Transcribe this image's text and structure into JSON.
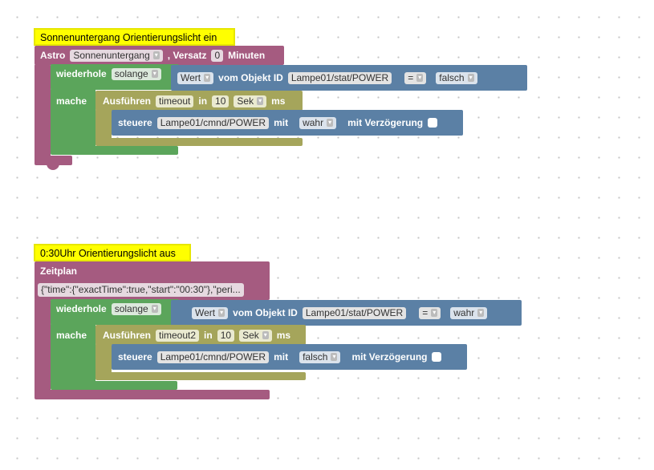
{
  "block1": {
    "comment": "Sonnenuntergang Orientierungslicht ein",
    "astro_label": "Astro",
    "astro_event": "Sonnenuntergang",
    "offset_label": ", Versatz",
    "offset_value": "0",
    "minutes_label": "Minuten",
    "loop_label": "wiederhole",
    "loop_mode": "solange",
    "wert_label": "Wert",
    "object_label": "vom Objekt ID",
    "object_id": "Lampe01/stat/POWER",
    "operator": "=",
    "compare_value": "falsch",
    "do_label": "mache",
    "exec_label": "Ausführen",
    "timeout_name": "timeout",
    "in_label": "in",
    "timeout_value": "10",
    "unit": "Sek",
    "ms_label": "ms",
    "control_label": "steuere",
    "control_object": "Lampe01/cmnd/POWER",
    "with_label": "mit",
    "control_value": "wahr",
    "delay_label": "mit Verzögerung"
  },
  "block2": {
    "comment": "0:30Uhr Orientierungslicht aus",
    "schedule_label": "Zeitplan",
    "schedule_value": "{\"time\":{\"exactTime\":true,\"start\":\"00:30\"},\"peri...",
    "loop_label": "wiederhole",
    "loop_mode": "solange",
    "wert_label": "Wert",
    "object_label": "vom Objekt ID",
    "object_id": "Lampe01/stat/POWER",
    "operator": "=",
    "compare_value": "wahr",
    "do_label": "mache",
    "exec_label": "Ausführen",
    "timeout_name": "timeout2",
    "in_label": "in",
    "timeout_value": "10",
    "unit": "Sek",
    "ms_label": "ms",
    "control_label": "steuere",
    "control_object": "Lampe01/cmnd/POWER",
    "with_label": "mit",
    "control_value": "falsch",
    "delay_label": "mit Verzögerung"
  },
  "colors": {
    "astro": "#a55b80",
    "loop": "#5ba55b",
    "timeout": "#a5a55b",
    "control": "#5b80a5",
    "comment": "#ffff00"
  }
}
